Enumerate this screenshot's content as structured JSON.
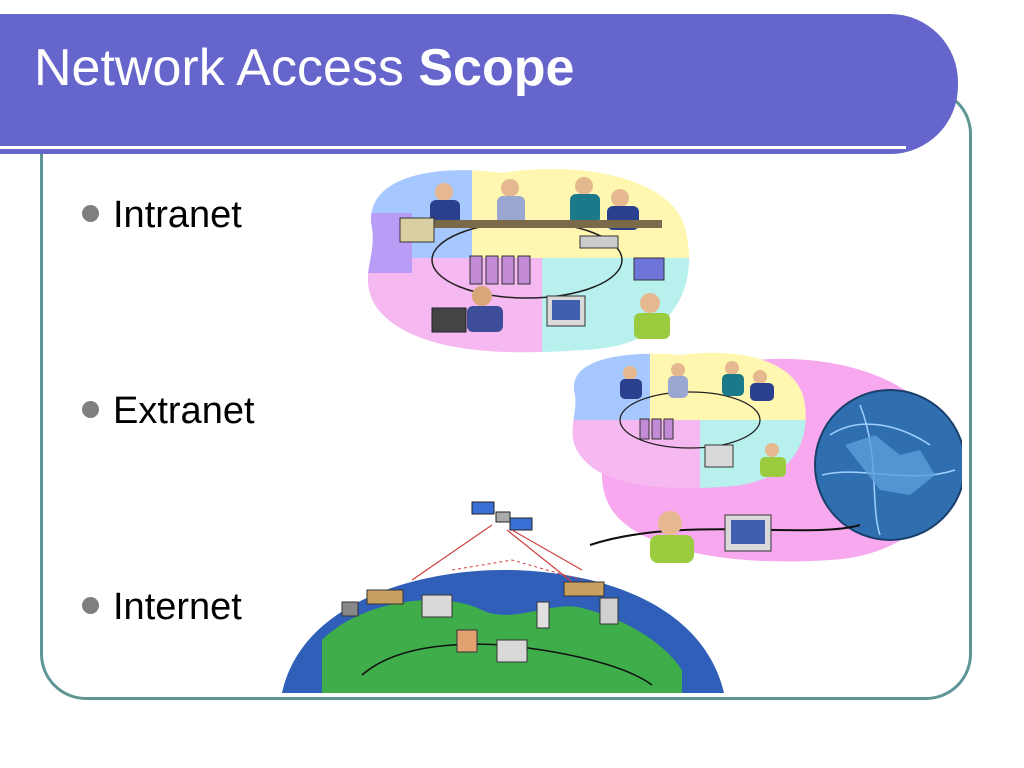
{
  "slide": {
    "title_regular": "Network Access",
    "title_bold": "Scope"
  },
  "bullets": [
    {
      "label": "Intranet"
    },
    {
      "label": "Extranet"
    },
    {
      "label": "Internet"
    }
  ],
  "colors": {
    "title_band": "#6565cc",
    "frame_border": "#5f9595",
    "bullet_dot": "#7f7f7f",
    "text": "#000000"
  },
  "illustrations": [
    {
      "name": "intranet-network-illustration"
    },
    {
      "name": "extranet-network-illustration"
    },
    {
      "name": "internet-globe-illustration"
    }
  ]
}
